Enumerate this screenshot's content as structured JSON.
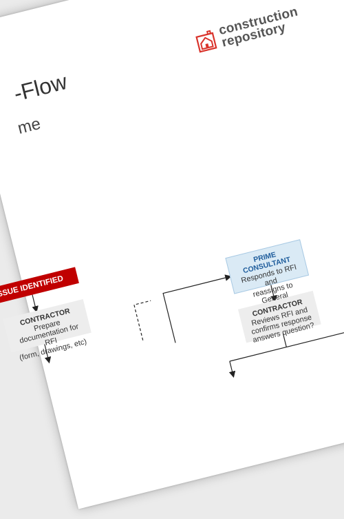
{
  "document": {
    "title_fragment": "-Flow",
    "subtitle_fragment": "me"
  },
  "logo": {
    "line1": "construction",
    "line2": "repository",
    "brand_color": "#d9332b"
  },
  "flowchart": {
    "issue_box": {
      "label": "SSUE IDENTIFIED",
      "color": "#c00000"
    },
    "contractor_prepare": {
      "head": "CONTRACTOR",
      "line1": "Prepare",
      "line2": "documentation for RFI",
      "line3": "(form, drawings, etc)"
    },
    "prime_consultant": {
      "head": "PRIME CONSULTANT",
      "line1": "Responds to RFI and",
      "line2": "reassigns to General",
      "line3": "Contractor",
      "color": "#daeaf5"
    },
    "contractor_review": {
      "head": "CONTRACTOR",
      "line1": "Reviews RFI and",
      "line2": "confirms response",
      "line3": "answers question?"
    }
  }
}
